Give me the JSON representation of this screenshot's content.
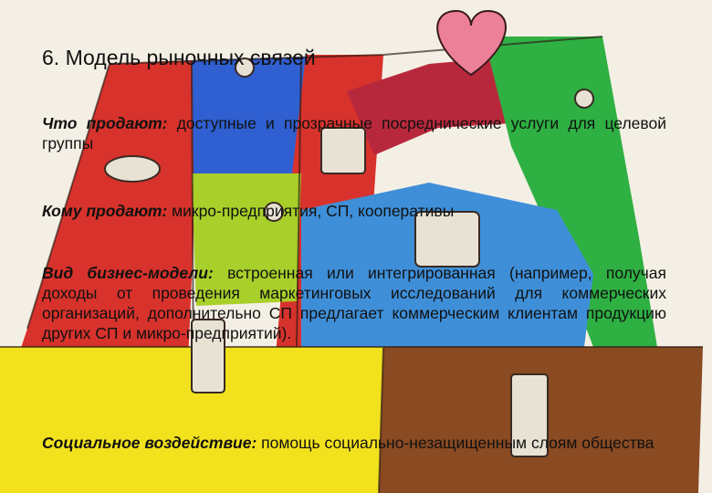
{
  "slide": {
    "title": "6. Модель рыночных связей",
    "what_label": "Что продают:",
    "what_text": "доступные и прозрачные посреднические услуги для целевой группы",
    "whom_label": "Кому продают:",
    "whom_text": "микро-предприятия, СП, кооперативы",
    "model_label": "Вид бизнес-модели:",
    "model_text": "встроенная или интегрированная (например, получая доходы от проведения маркетинговых исследований для коммерческих организаций, дополнительно СП предлагает коммерческим клиентам продукцию других СП и микро-предприятий).",
    "impact_label": "Социальное воздействие:",
    "impact_text": "помощь социально-незащищенным слоям общества"
  },
  "colors": {
    "red": "#d8322c",
    "dark_red": "#b51f1e",
    "blue": "#2f5fd0",
    "light_blue": "#3f8fd8",
    "green": "#2fb043",
    "yellow": "#f2e21e",
    "yellow_green": "#a9cf2a",
    "brown": "#8a4a22",
    "crimson": "#b8283c",
    "pink": "#ec7f9a"
  }
}
